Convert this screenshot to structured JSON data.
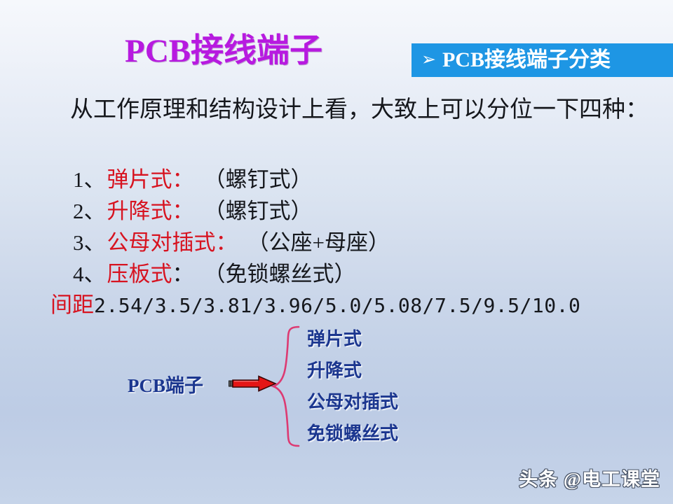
{
  "slide": {
    "title": "PCB接线端子",
    "title_color": "#b71ae0",
    "background_top_color": "#f6f8fc",
    "background_bottom_color": "#c6d4e9"
  },
  "section_badge": {
    "bullet_icon": "➢",
    "label": "PCB接线端子分类",
    "background_color": "#1e96e4",
    "text_color": "#ffffff"
  },
  "intro": {
    "paragraph": "从工作原理和结构设计上看，大致上可以分位一下四种："
  },
  "types": {
    "accent_color": "#d71320",
    "items": [
      {
        "index": "1、",
        "name": "弹片式",
        "colon": "：",
        "colon_color": "red",
        "detail": "（螺钉式）"
      },
      {
        "index": "2、",
        "name": "升降式",
        "colon": "：",
        "colon_color": "red",
        "detail": "（螺钉式）"
      },
      {
        "index": "3、",
        "name": "公母对插式",
        "colon": "：",
        "colon_color": "red",
        "detail": "（公座+母座）"
      },
      {
        "index": "4、",
        "name": "压板式",
        "colon": "：",
        "colon_color": "black",
        "detail": "（免锁螺丝式）"
      }
    ]
  },
  "pitch": {
    "label": "间距",
    "label_color": "#d71320",
    "values": "2.54/3.5/3.81/3.96/5.0/5.08/7.5/9.5/10.0"
  },
  "diagram": {
    "source_label": "PCB端子",
    "source_label_color": "#1b368f",
    "arrow_color": "#e41616",
    "brace_color": "#dd3a72",
    "items": [
      "弹片式",
      "升降式",
      "公母对插式",
      "免锁螺丝式"
    ]
  },
  "watermark": {
    "text": "头条 @电工课堂"
  }
}
